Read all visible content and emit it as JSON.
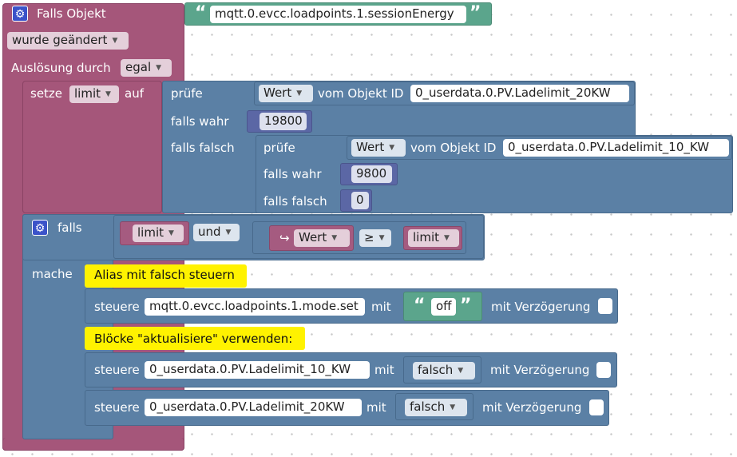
{
  "event": {
    "title": "Falls Objekt",
    "object_id": "mqtt.0.evcc.loadpoints.1.sessionEnergy",
    "change_mode": "wurde geändert",
    "trigger_label": "Auslösung durch",
    "trigger_value": "egal"
  },
  "setter": {
    "prefix": "setze",
    "var": "limit",
    "suffix": "auf"
  },
  "check1": {
    "label": "prüfe",
    "source": "Wert",
    "of_object": "vom Objekt ID",
    "object_id": "0_userdata.0.PV.Ladelimit_20KW",
    "if_true": "falls wahr",
    "true_value": "19800",
    "if_false": "falls falsch"
  },
  "check2": {
    "label": "prüfe",
    "source": "Wert",
    "of_object": "vom Objekt ID",
    "object_id": "0_userdata.0.PV.Ladelimit_10_KW",
    "if_true": "falls wahr",
    "true_value": "9800",
    "if_false": "falls falsch",
    "false_value": "0"
  },
  "if_block": {
    "label": "falls",
    "var": "limit",
    "op": "und",
    "arrow": "↪",
    "source": "Wert",
    "cmp": "≥",
    "var2": "limit",
    "do": "mache"
  },
  "comments": {
    "c1": "Alias mit falsch steuern",
    "c2": "Blöcke \"aktualisiere\" verwenden:"
  },
  "ctrl1": {
    "label": "steuere",
    "object_id": "mqtt.0.evcc.loadpoints.1.mode.set",
    "with": "mit",
    "value": "off",
    "delay": "mit Verzögerung"
  },
  "ctrl2": {
    "label": "steuere",
    "object_id": "0_userdata.0.PV.Ladelimit_10_KW",
    "with": "mit",
    "value": "falsch",
    "delay": "mit Verzögerung"
  },
  "ctrl3": {
    "label": "steuere",
    "object_id": "0_userdata.0.PV.Ladelimit_20KW",
    "with": "mit",
    "value": "falsch",
    "delay": "mit Verzögerung"
  },
  "colors": {
    "event": "#a5567a",
    "logic": "#5b80a5",
    "variable": "#a55b80",
    "number": "#5b67a5",
    "text": "#5ba58c",
    "comment": "#fff200"
  }
}
